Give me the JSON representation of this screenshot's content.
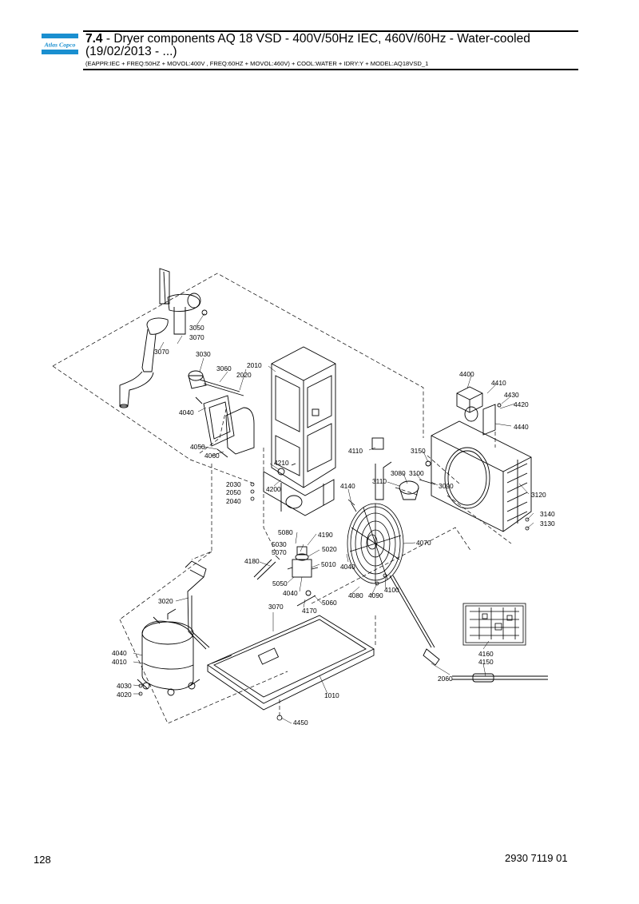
{
  "header": {
    "logo_text": "Atlas Copco",
    "section_number": "7.4",
    "title": " - Dryer components AQ 18 VSD - 400V/50Hz IEC, 460V/60Hz - Water-cooled",
    "date": "(19/02/2013 - ...)",
    "subtitle": "(EAPPR:IEC + FREQ:50HZ + MOVOL:400V , FREQ:60HZ + MOVOL:460V) + COOL:WATER + IDRY:Y + MODEL:AQ18VSD_1"
  },
  "footer": {
    "page_number": "128",
    "document_number": "2930 7119 01"
  },
  "parts": {
    "p3050": "3050",
    "p3070a": "3070",
    "p3070b": "3070",
    "p3030": "3030",
    "p3060": "3060",
    "p2010": "2010",
    "p2020": "2020",
    "p4040a": "4040",
    "p4050": "4050",
    "p4060": "4060",
    "p4210": "4210",
    "p2030": "2030",
    "p2050": "2050",
    "p2040": "2040",
    "p4200": "4200",
    "p4400": "4400",
    "p4410": "4410",
    "p4430": "4430",
    "p4420": "4420",
    "p4440": "4440",
    "p4110": "4110",
    "p3150": "3150",
    "p3080": "3080",
    "p3100": "3100",
    "p3110": "3110",
    "p3090": "3090",
    "p4140": "4140",
    "p3120": "3120",
    "p3140": "3140",
    "p3130": "3130",
    "p5080": "5080",
    "p4190": "4190",
    "p5030": "5030",
    "p5070": "5070",
    "p5020": "5020",
    "p4070": "4070",
    "p4180": "4180",
    "p5010": "5010",
    "p4040b": "4040",
    "p5050": "5050",
    "p4040c": "4040",
    "p4080": "4080",
    "p4090": "4090",
    "p4100": "4100",
    "p3020": "3020",
    "p5060": "5060",
    "p3070c": "3070",
    "p4170": "4170",
    "p4040d": "4040",
    "p4010": "4010",
    "p4160": "4160",
    "p4150": "4150",
    "p4030": "4030",
    "p4020": "4020",
    "p2060": "2060",
    "p1010": "1010",
    "p4450": "4450"
  }
}
